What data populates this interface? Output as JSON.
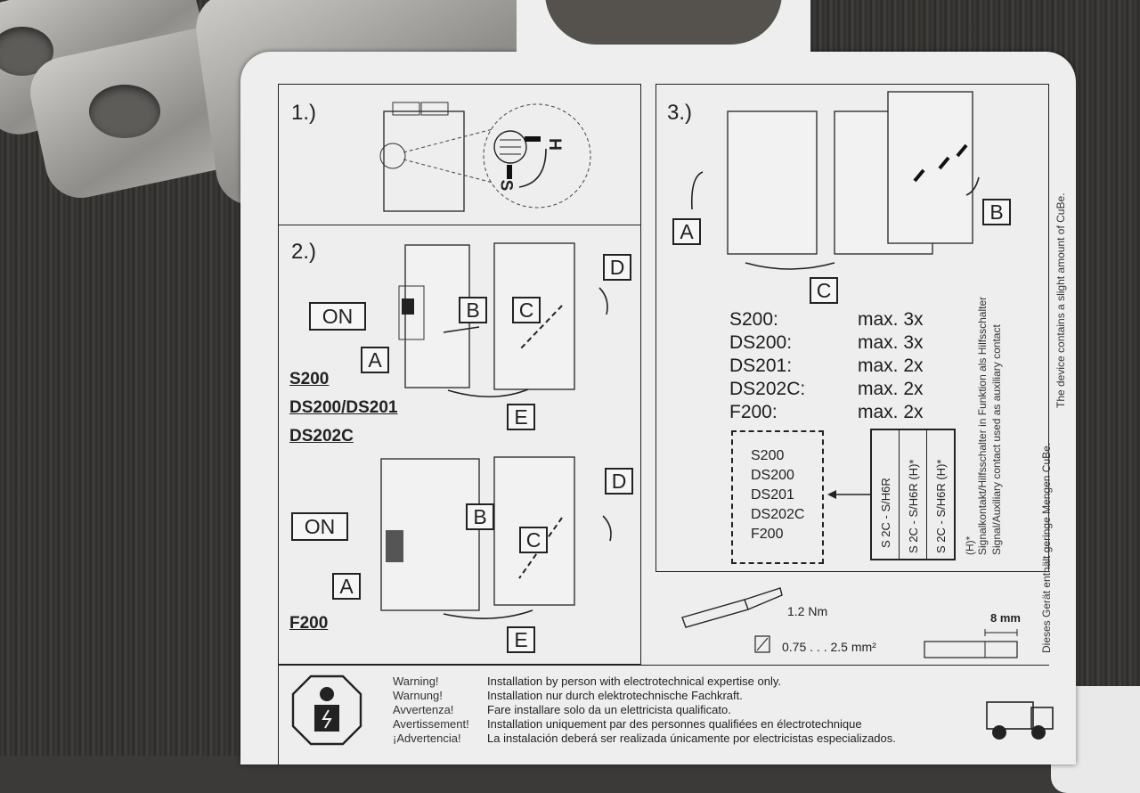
{
  "step1": {
    "number": "1.)",
    "switch_h": "H",
    "switch_s": "S"
  },
  "step2": {
    "number": "2.)",
    "on_label": "ON",
    "labels": {
      "a": "A",
      "b": "B",
      "c": "C",
      "d": "D",
      "e": "E"
    },
    "models_upper": [
      "S200",
      "DS200/DS201",
      "DS202C"
    ],
    "model_lower": "F200"
  },
  "step3": {
    "number": "3.)",
    "labels": {
      "a": "A",
      "b": "B",
      "c": "C"
    },
    "max_table": [
      {
        "model": "S200:",
        "max": "max. 3x"
      },
      {
        "model": "DS200:",
        "max": "max. 3x"
      },
      {
        "model": "DS201:",
        "max": "max. 2x"
      },
      {
        "model": "DS202C:",
        "max": "max. 2x"
      },
      {
        "model": "F200:",
        "max": "max. 2x"
      }
    ],
    "device_list": [
      "S200",
      "DS200",
      "DS201",
      "DS202C",
      "F200"
    ],
    "contact_columns": [
      "S 2C - S/H6R",
      "S 2C - S/H6R (H)*",
      "S 2C - S/H6R (H)*"
    ]
  },
  "footnote": {
    "mark": "(H)*",
    "de": "Signalkontakt/Hilfsschalter in Funktion als Hilfsschalter",
    "en": "Signal/Auxiliary contact used as auxiliary contact"
  },
  "cube_note": {
    "de": "Dieses Gerät enthält geringe Mengen CuBe.",
    "en": "The device contains a slight amount of CuBe."
  },
  "tools": {
    "torque": "1.2 Nm",
    "cross_section": "0.75 . . . 2.5 mm²",
    "strip_length": "8 mm"
  },
  "warnings": [
    {
      "label": "Warning!",
      "text": "Installation by person with electrotechnical expertise only."
    },
    {
      "label": "Warnung!",
      "text": "Installation nur durch elektrotechnische Fachkraft."
    },
    {
      "label": "Avvertenza!",
      "text": "Fare installare solo da un elettricista qualificato."
    },
    {
      "label": "Avertissement!",
      "text": "Installation uniquement par des personnes qualifiées en électrotechnique"
    },
    {
      "label": "¡Advertencia!",
      "text": "La instalación deberá ser realizada únicamente por electricistas especializados."
    }
  ]
}
